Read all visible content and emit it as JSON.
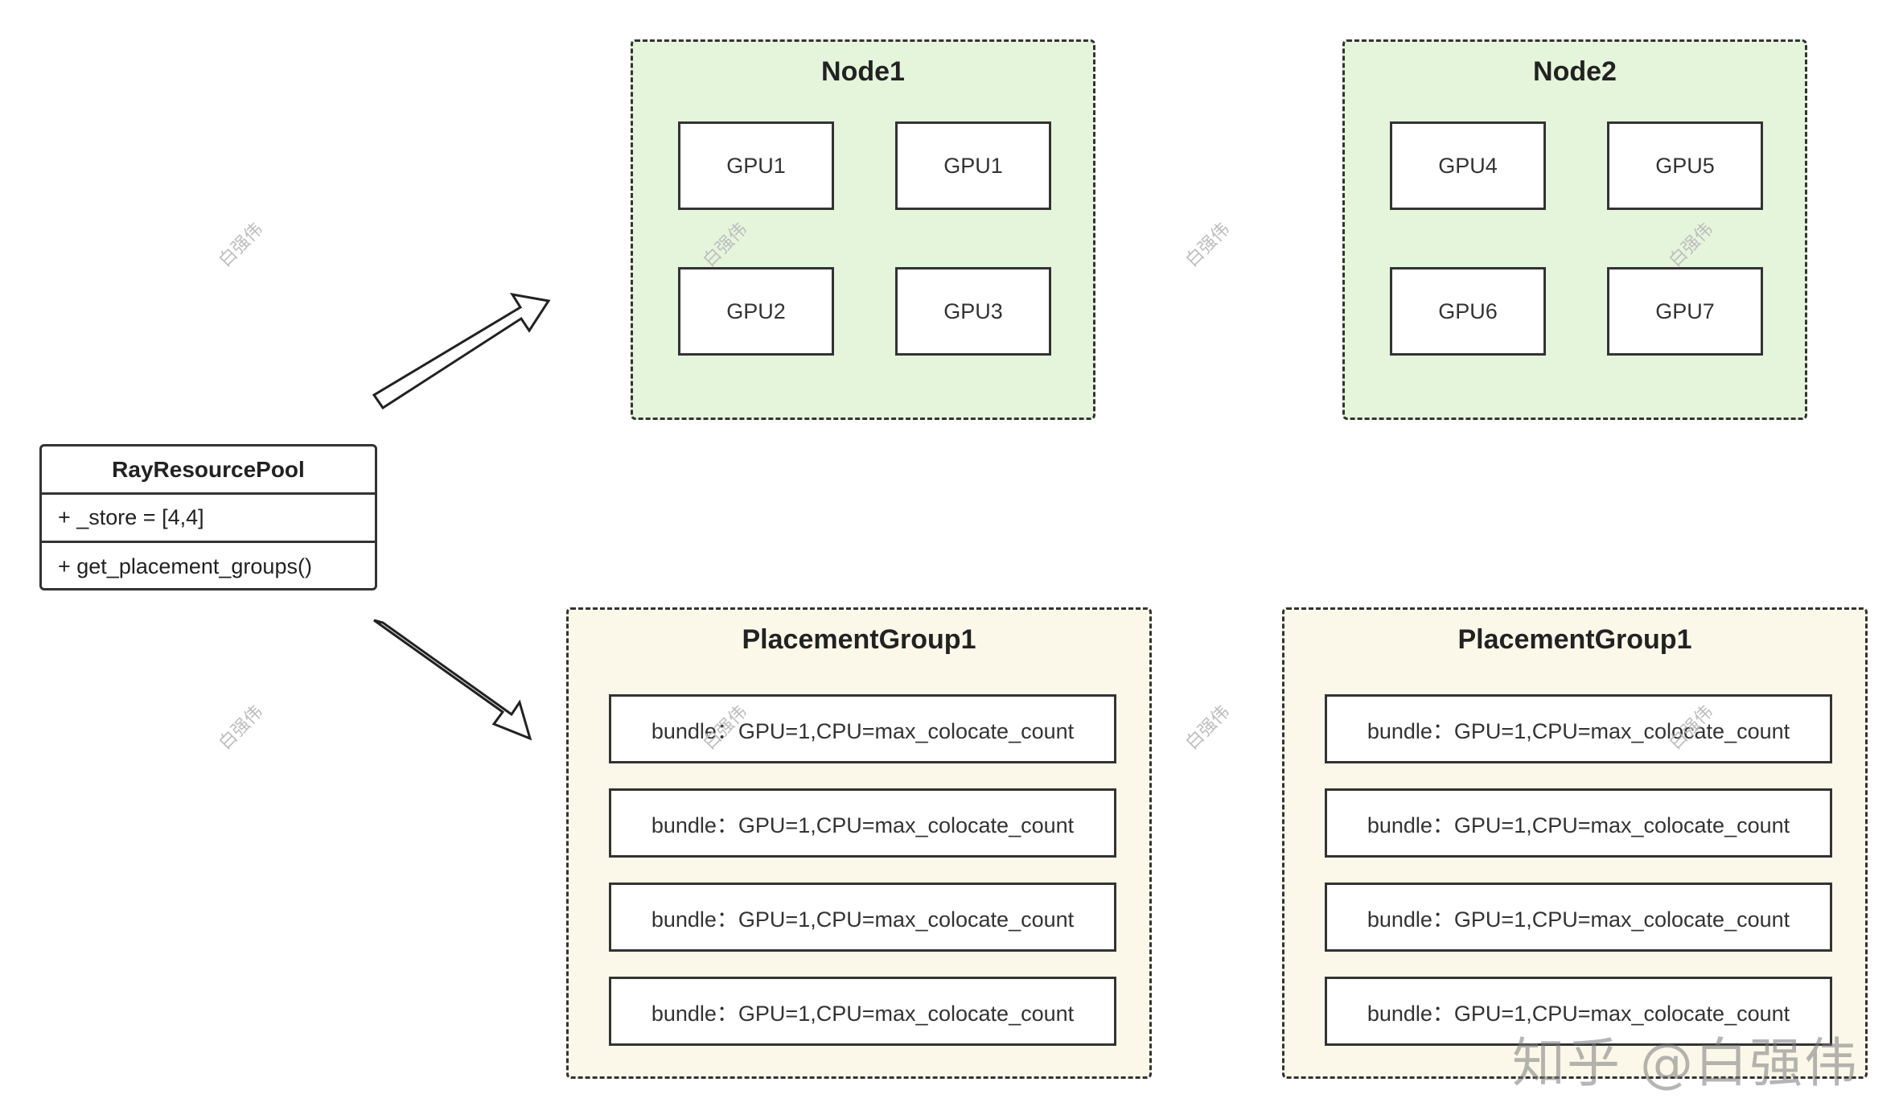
{
  "pool": {
    "title": "RayResourcePool",
    "attribute": "+ _store = [4,4]",
    "method": "+ get_placement_groups()"
  },
  "nodes": [
    {
      "title": "Node1",
      "gpus": [
        "GPU1",
        "GPU1",
        "GPU2",
        "GPU3"
      ]
    },
    {
      "title": "Node2",
      "gpus": [
        "GPU4",
        "GPU5",
        "GPU6",
        "GPU7"
      ]
    }
  ],
  "groups": [
    {
      "title": "PlacementGroup1",
      "bundles": [
        "bundle：GPU=1,CPU=max_colocate_count",
        "bundle：GPU=1,CPU=max_colocate_count",
        "bundle：GPU=1,CPU=max_colocate_count",
        "bundle：GPU=1,CPU=max_colocate_count"
      ]
    },
    {
      "title": "PlacementGroup1",
      "bundles": [
        "bundle：GPU=1,CPU=max_colocate_count",
        "bundle：GPU=1,CPU=max_colocate_count",
        "bundle：GPU=1,CPU=max_colocate_count",
        "bundle：GPU=1,CPU=max_colocate_count"
      ]
    }
  ],
  "watermark": "白强伟",
  "brand_watermark": "知乎 @白强伟",
  "colors": {
    "node_fill": "#e5f5dc",
    "group_fill": "#fbf8ea",
    "border": "#333333"
  }
}
